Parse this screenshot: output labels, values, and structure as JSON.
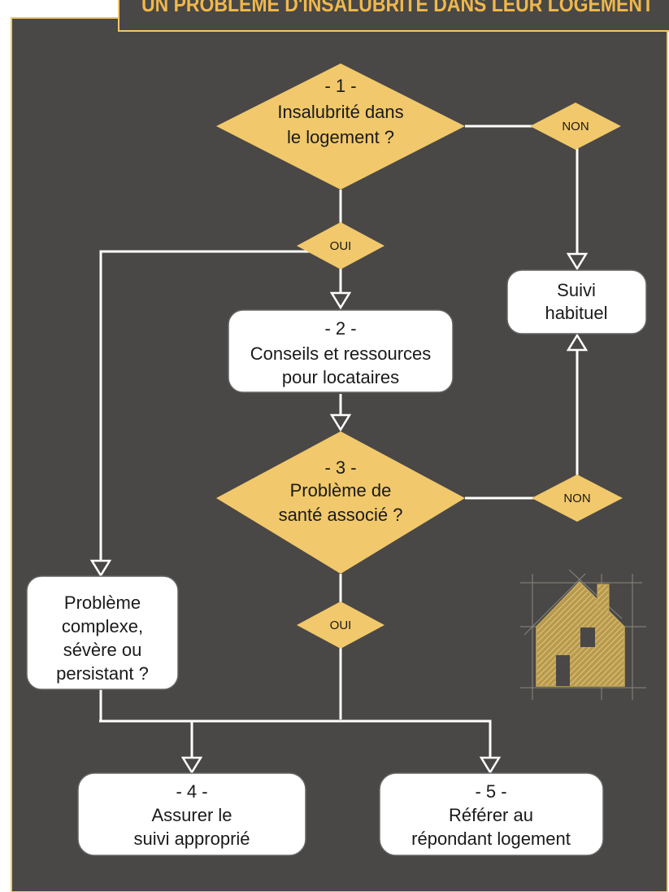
{
  "title_banner": {
    "text": "UN PROBLÈME D'INSALUBRITÉ DANS LEUR LOGEMENT"
  },
  "colors": {
    "background": "#494846",
    "accent": "#f1c86b",
    "box_fill": "#ffffff",
    "connector": "#ffffff",
    "title_text": "#f0b84a"
  },
  "nodes": {
    "d1": {
      "num": "- 1 -",
      "line1": "Insalubrité dans",
      "line2": "le logement ?"
    },
    "b2": {
      "num": "- 2 -",
      "line1": "Conseils et ressources",
      "line2": "pour locataires"
    },
    "d3": {
      "num": "- 3 -",
      "line1": "Problème de",
      "line2": "santé associé ?"
    },
    "suivi": {
      "line1": "Suivi",
      "line2": "habituel"
    },
    "complex": {
      "line1": "Problème",
      "line2": "complexe,",
      "line3": "sévère ou",
      "line4": "persistant ?"
    },
    "b4": {
      "num": "- 4 -",
      "line1": "Assurer le",
      "line2": "suivi approprié"
    },
    "b5": {
      "num": "- 5 -",
      "line1": "Référer au",
      "line2": "répondant logement"
    }
  },
  "tags": {
    "non1": "NON",
    "oui1": "OUI",
    "non2": "NON",
    "oui2": "OUI"
  },
  "icons": {
    "house": "house-sketch-icon"
  }
}
